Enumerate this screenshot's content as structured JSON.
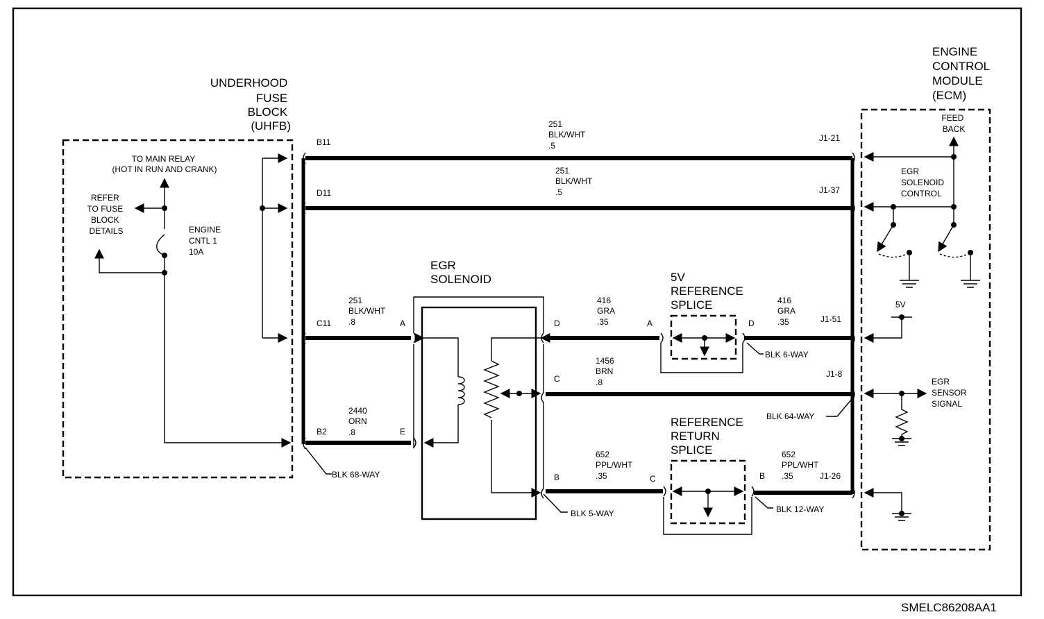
{
  "uhfb": {
    "title": [
      "UNDERHOOD",
      "FUSE",
      "BLOCK",
      "(UHFB)"
    ],
    "to_main_relay": [
      "TO MAIN RELAY",
      "(HOT IN RUN AND CRANK)"
    ],
    "refer": [
      "REFER",
      "TO FUSE",
      "BLOCK",
      "DETAILS"
    ],
    "fuse": [
      "ENGINE",
      "CNTL 1",
      "10A"
    ],
    "connector": "BLK 68-WAY"
  },
  "ecm": {
    "title": [
      "ENGINE",
      "CONTROL",
      "MODULE",
      "(ECM)"
    ],
    "feedback": [
      "FEED",
      "BACK"
    ],
    "solenoid_control": [
      "EGR",
      "SOLENOID",
      "CONTROL"
    ],
    "ref_5v": "5V",
    "sensor_signal": [
      "EGR",
      "SENSOR",
      "SIGNAL"
    ],
    "connector": "BLK 64-WAY"
  },
  "egr_solenoid": {
    "title": [
      "EGR",
      "SOLENOID"
    ],
    "connector": "BLK 5-WAY"
  },
  "splice_5v": {
    "title": [
      "5V",
      "REFERENCE",
      "SPLICE"
    ],
    "connector": "BLK 6-WAY"
  },
  "splice_return": {
    "title": [
      "REFERENCE",
      "RETURN",
      "SPLICE"
    ],
    "connector": "BLK 12-WAY"
  },
  "wires": {
    "w1": {
      "circuit": "251",
      "color": "BLK/WHT",
      "gauge": ".5",
      "from": "B11",
      "to": "J1-21"
    },
    "w2": {
      "circuit": "251",
      "color": "BLK/WHT",
      "gauge": ".5",
      "from": "D11",
      "to": "J1-37"
    },
    "w3": {
      "circuit": "251",
      "color": "BLK/WHT",
      "gauge": ".8",
      "from": "C11",
      "to": "A"
    },
    "w4": {
      "circuit": "2440",
      "color": "ORN",
      "gauge": ".8",
      "from": "B2",
      "to": "E"
    },
    "w5": {
      "circuit": "416",
      "color": "GRA",
      "gauge": ".35",
      "from": "D",
      "to": "A"
    },
    "w6": {
      "circuit": "416",
      "color": "GRA",
      "gauge": ".35",
      "from": "D",
      "to": "J1-51"
    },
    "w7": {
      "circuit": "1456",
      "color": "BRN",
      "gauge": ".8",
      "from": "C",
      "to": "J1-8"
    },
    "w8": {
      "circuit": "652",
      "color": "PPL/WHT",
      "gauge": ".35",
      "from": "B",
      "to": "C"
    },
    "w9": {
      "circuit": "652",
      "color": "PPL/WHT",
      "gauge": ".35",
      "from": "B",
      "to": "J1-26"
    }
  },
  "figure_id": "SMELC86208AA1"
}
